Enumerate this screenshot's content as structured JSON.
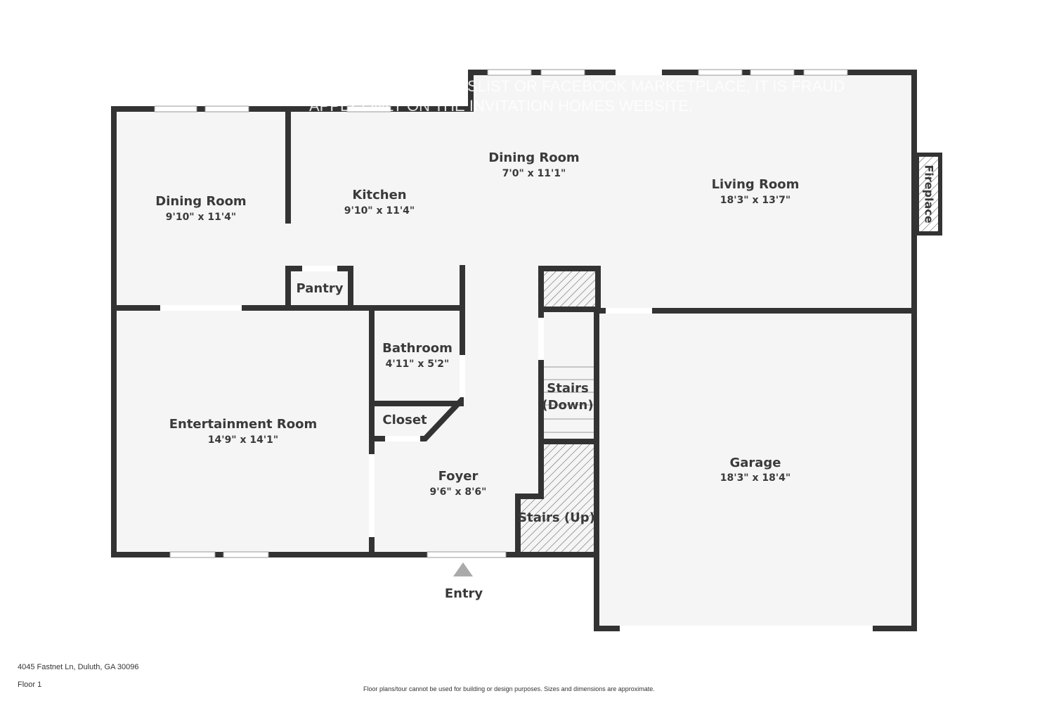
{
  "rooms": [
    {
      "name": "Dining Room",
      "dims": "9'10\" x 11'4\""
    },
    {
      "name": "Kitchen",
      "dims": "9'10\" x 11'4\""
    },
    {
      "name": "Dining Room",
      "dims": "7'0\" x 11'1\""
    },
    {
      "name": "Living Room",
      "dims": "18'3\" x 13'7\""
    },
    {
      "name": "Pantry"
    },
    {
      "name": "Bathroom",
      "dims": "4'11\" x 5'2\""
    },
    {
      "name": "Closet"
    },
    {
      "name": "Entertainment Room",
      "dims": "14'9\" x 14'1\""
    },
    {
      "name": "Foyer",
      "dims": "9'6\" x 8'6\""
    },
    {
      "name": "Stairs (Down)"
    },
    {
      "name": "Stairs (Up)"
    },
    {
      "name": "Garage",
      "dims": "18'3\" x 18'4\""
    },
    {
      "name": "Fireplace"
    }
  ],
  "entry_label": "Entry",
  "watermark": [
    "SLIST OR FACEBOOK MARKETPLACE, IT IS FRAUD",
    "APPLY ONLY ON THE INVITATION HOMES WEBSITE."
  ],
  "footer": {
    "address": "4045 Fastnet Ln, Duluth, GA 30096",
    "floor": "Floor 1",
    "disclaimer": "Floor plans/tour cannot be used for building or design purposes. Sizes and dimensions are approximate."
  },
  "colors": {
    "wall": "#333333",
    "floor": "#f5f5f5",
    "text": "#3a3a3a"
  }
}
